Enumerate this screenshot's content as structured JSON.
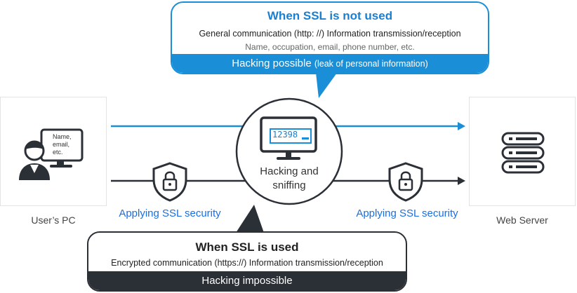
{
  "top_callout": {
    "title": "When SSL is not used",
    "line1": "General communication (http: //) Information transmission/reception",
    "line2": "Name, occupation, email, phone number, etc.",
    "band_main": "Hacking possible",
    "band_sub": "(leak of personal information)"
  },
  "bottom_callout": {
    "title": "When SSL is used",
    "line1": "Encrypted communication (https://) Information transmission/reception",
    "band": "Hacking impossible"
  },
  "user_pc": {
    "caption": "User’s PC",
    "bubble_lines": [
      "Name,",
      "email,",
      "etc."
    ]
  },
  "web_server": {
    "caption": "Web Server"
  },
  "hub": {
    "screen_value": "12398",
    "label_line1": "Hacking and",
    "label_line2": "sniffing"
  },
  "ssl_left": "Applying SSL security",
  "ssl_right": "Applying SSL security",
  "colors": {
    "accent_blue": "#1a8fd8",
    "dark": "#2b2f36",
    "link_blue": "#1a6fe0"
  }
}
